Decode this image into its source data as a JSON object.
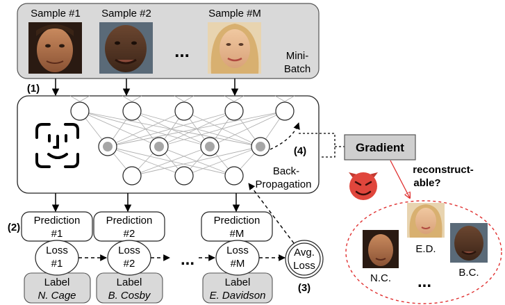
{
  "minibatch": {
    "samples": [
      {
        "label": "Sample #1",
        "face": "face-nc"
      },
      {
        "label": "Sample #2",
        "face": "face-bc"
      },
      {
        "label": "Sample #M",
        "face": "face-ed"
      }
    ],
    "ellipsis": "...",
    "caption_line1": "Mini-",
    "caption_line2": "Batch"
  },
  "steps": {
    "s1": "(1)",
    "s2": "(2)",
    "s3": "(3)",
    "s4": "(4)"
  },
  "network": {
    "icon": "face-id-icon",
    "backprop_line1": "Back-",
    "backprop_line2": "Propagation"
  },
  "predictions": [
    {
      "line1": "Prediction",
      "line2": "#1"
    },
    {
      "line1": "Prediction",
      "line2": "#2"
    },
    {
      "line1": "Prediction",
      "line2": "#M"
    }
  ],
  "losses": [
    {
      "line1": "Loss",
      "line2": "#1"
    },
    {
      "line1": "Loss",
      "line2": "#2"
    },
    {
      "line1": "Loss",
      "line2": "#M"
    }
  ],
  "labels": [
    {
      "title": "Label",
      "name": "N. Cage"
    },
    {
      "title": "Label",
      "name": "B. Cosby"
    },
    {
      "title": "Label",
      "name": "E. Davidson"
    }
  ],
  "avg_loss": {
    "line1": "Avg.",
    "line2": "Loss"
  },
  "row_ellipsis": "...",
  "gradient": {
    "label": "Gradient"
  },
  "attacker": {
    "icon": "devil-icon",
    "line1": "reconstruct-",
    "line2": "able?"
  },
  "reconstructed": {
    "faces": [
      {
        "label": "E.D.",
        "face": "face-ed"
      },
      {
        "label": "N.C.",
        "face": "face-nc"
      },
      {
        "label": "B.C.",
        "face": "face-bc"
      }
    ],
    "ellipsis": "..."
  },
  "colors": {
    "panel_gray": "#d9d9d9",
    "gradient_box": "#cfcfcf",
    "hidden_node": "#a6a6a6",
    "red_dashed": "#e03030",
    "devil_red": "#e0463c"
  }
}
